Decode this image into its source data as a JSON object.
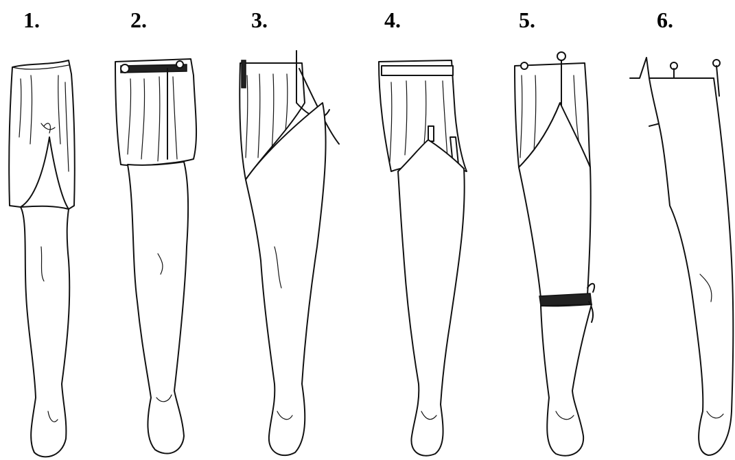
{
  "panels": [
    {
      "label": "1."
    },
    {
      "label": "2."
    },
    {
      "label": "3."
    },
    {
      "label": "4."
    },
    {
      "label": "5."
    },
    {
      "label": "6."
    }
  ]
}
